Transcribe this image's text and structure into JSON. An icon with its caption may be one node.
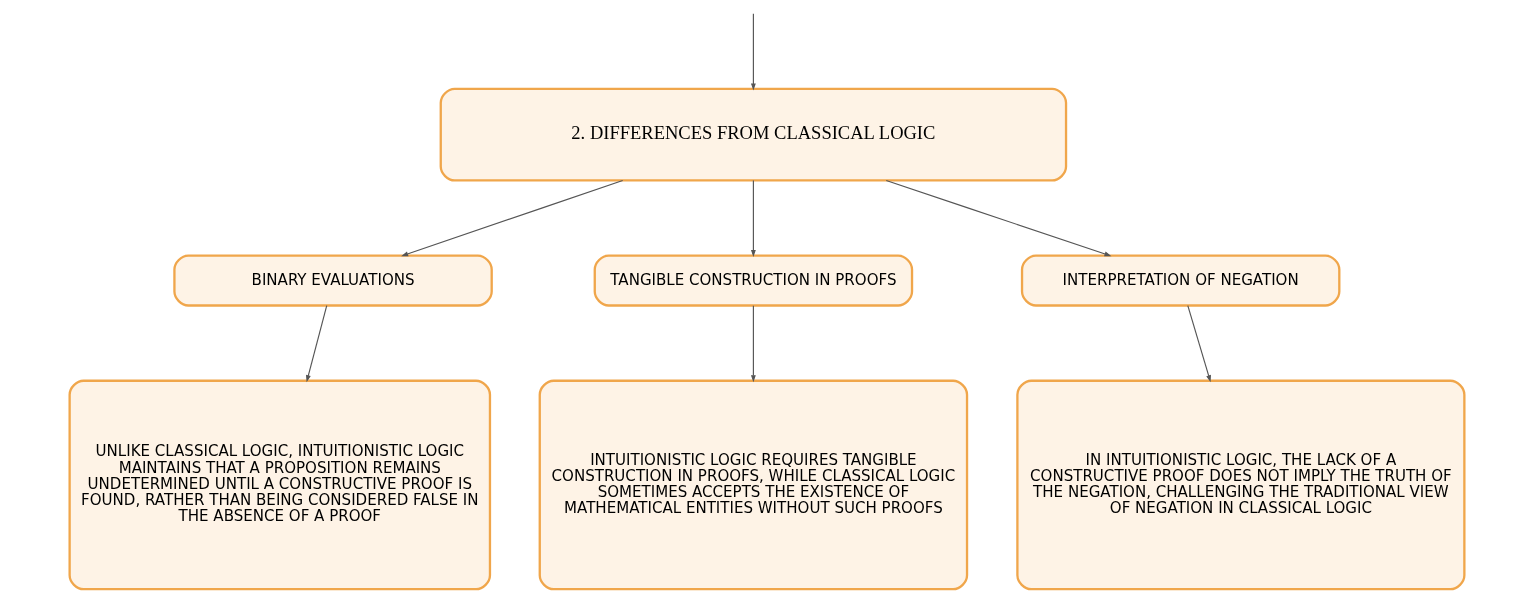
{
  "diagram": {
    "nodes": [
      {
        "text": [
          "2. DIFFERENCES FROM CLASSICAL LOGIC"
        ]
      },
      {
        "text": [
          "BINARY EVALUATIONS"
        ]
      },
      {
        "text": [
          "TANGIBLE CONSTRUCTION IN PROOFS"
        ]
      },
      {
        "text": [
          "INTERPRETATION OF NEGATION"
        ]
      },
      {
        "text": [
          "UNLIKE CLASSICAL LOGIC, INTUITIONISTIC LOGIC MAINTAINS THAT A PROPOSITION REMAINS UNDETERMINED UNTIL A CONSTRUCTIVE PROOF IS FOUND, RATHER THAN BEING CONSIDERED FALSE IN THE ABSENCE OF A PROOF"
        ]
      },
      {
        "text": [
          "INTUITIONISTIC LOGIC REQUIRES TANGIBLE CONSTRUCTION IN PROOFS, WHILE CLASSICAL LOGIC SOMETIMES ACCEPTS THE EXISTENCE OF MATHEMATICAL ENTITIES WITHOUT SUCH PROOFS"
        ]
      },
      {
        "text": [
          "IN INTUITIONISTIC LOGIC, THE LACK OF A CONSTRUCTIVE PROOF DOES NOT IMPLY THE TRUTH OF THE NEGATION, CHALLENGING THE TRADITIONAL VIEW OF NEGATION IN CLASSICAL LOGIC"
        ]
      }
    ],
    "edges": [
      {
        "from": null,
        "to": 0,
        "arrow": "to"
      },
      {
        "from": 0,
        "to": 1,
        "arrow": "to"
      },
      {
        "from": 0,
        "to": 2,
        "arrow": "to"
      },
      {
        "from": 0,
        "to": 3,
        "arrow": "to"
      },
      {
        "from": 1,
        "to": 4,
        "arrow": "to"
      },
      {
        "from": 2,
        "to": 5,
        "arrow": "to"
      },
      {
        "from": 3,
        "to": 6,
        "arrow": "to"
      }
    ]
  }
}
